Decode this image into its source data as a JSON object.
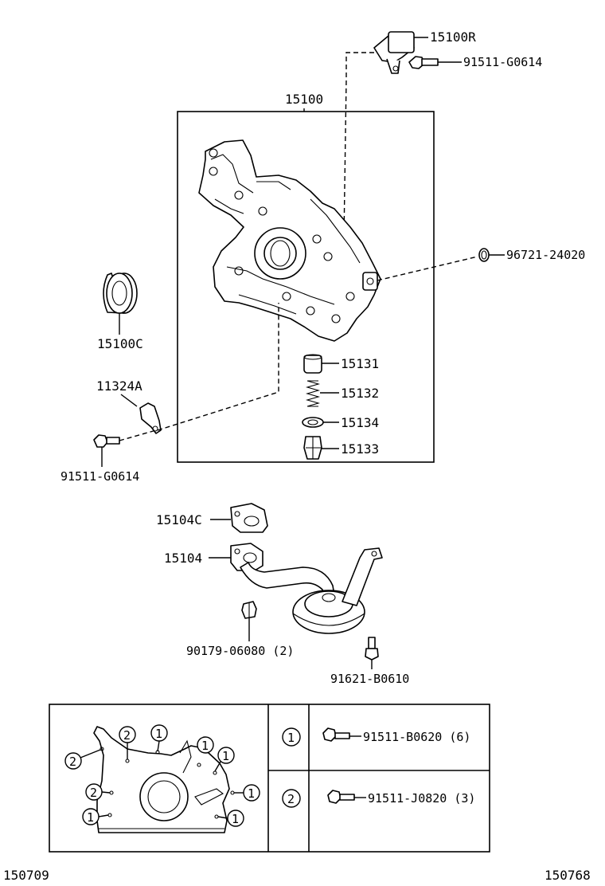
{
  "parts": {
    "p15100R": "15100R",
    "p91511_G0614_top": "91511-G0614",
    "p15100": "15100",
    "p96721": "96721-24020",
    "p15100C": "15100C",
    "p11324A": "11324A",
    "p91511_G0614_left": "91511-G0614",
    "p15131": "15131",
    "p15132": "15132",
    "p15134": "15134",
    "p15133": "15133",
    "p15104C": "15104C",
    "p15104": "15104",
    "p90179": "90179-06080 (2)",
    "p91621": "91621-B0610"
  },
  "legend": {
    "marker1": "1",
    "marker2": "2",
    "bolt1": "91511-B0620 (6)",
    "bolt2": "91511-J0820 (3)"
  },
  "footer": {
    "left_code": "150709",
    "right_code": "150768"
  }
}
